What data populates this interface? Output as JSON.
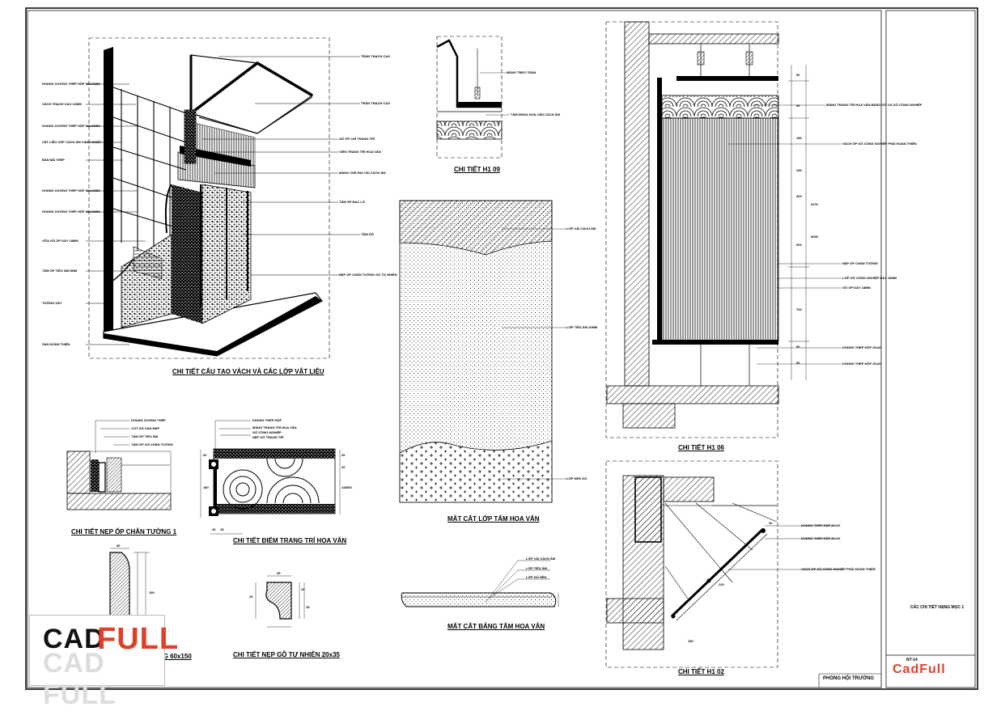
{
  "sheet": {
    "title_block": {
      "project": "PHÒNG HỘI TRƯỜNG",
      "drawing_title": "CÁC CHI TIẾT HẠNG MỤC 1",
      "sheet_no": "NT-14"
    },
    "colors": {
      "line": "#000000",
      "accent": "#e0402a",
      "hatch": "#000000",
      "frame": "#111111"
    }
  },
  "captions": {
    "main_iso": "CHI TIẾT CẤU TẠO VÁCH VÀ CÁC LỚP VẬT LIỆU",
    "ct09": "CHI TIẾT H1 09",
    "section_tam": "MẶT CẮT LỚP TẤM HOA VĂN",
    "ct06": "CHI TIẾT H1 06",
    "nep_op_1": "CHI TIẾT NẸP ỐP CHÂN TƯỜNG 1",
    "diem_trang_tri": "CHI TIẾT ĐIỂM TRANG TRÍ HOA VĂN",
    "section_bang": "MẶT CẮT BẢNG TẤM HOA VĂN",
    "ct02": "CHI TIẾT H1 02",
    "nep_chan_tuong": "NẸP ỐP CHÂN TƯỜNG 60x150",
    "nep_go": "CHI TIẾT NẸP GỖ TỰ NHIÊN 20x35"
  },
  "notes_iso_left": [
    "KHUNG XƯƠNG THÉP HỘP 30x30MM",
    "VÁCH THẠCH CAO 12MM",
    "KHUNG XƯƠNG THÉP HỘP 20x20MM",
    "VẬT LIỆU XỐP CÁCH ÂM CÁCH NHIỆT",
    "BẢN MÃ THÉP",
    "KHUNG XƯƠNG THÉP HỘP 20x20MM",
    "KHUNG XƯƠNG THÉP HỘP 20x20MM",
    "VỮA GỖ ỐP DÀY 18MM",
    "TẤM ỐP TIÊU ÂM 6MM",
    "TƯỜNG XÂY",
    "SÀN HOÀN THIỆN"
  ],
  "notes_iso_right": [
    "TRẦN THẠCH CAO",
    "TRẦN THẠCH CAO",
    "GỖ ỐP CHỈ TRANG TRÍ",
    "VIỀN TRANG TRÍ HOA VĂN",
    "MÀNG CHE BỤI VẢI CÁCH ÂM",
    "TẤM ỐP ĐỤC LỖ",
    "TẤM GỖ",
    "NẸP ỐP CHÂN TƯỜNG GỖ TỰ NHIÊN"
  ],
  "notes_ct09": [
    "BĂNG TREO TRẦN",
    "TẤM NHỰA HOA VĂN CÁCH ÂM"
  ],
  "notes_section_tam": [
    "LỚP VẢI CÁCH ÂM",
    "LỚP TIÊU ÂM 20MM",
    "LỚP NỀN GỖ"
  ],
  "notes_ct06": [
    "MÀNG TRANG TRÍ HOA VĂN BẰNG GỖ VÀ GỖ CÔNG NGHIỆP",
    "VÁCH ỐP GỖ CÔNG NGHIỆP PHẢI HOÀN THIỆN",
    "NẸP ỐP CHÂN TƯỜNG",
    "LỚP GỖ CÔNG NGHIỆP DÀY 18MM",
    "GỖ ỐP DÀY 18MM",
    "KHUNG THÉP HỘP 20x20",
    "KHUNG THÉP HỘP 20x20"
  ],
  "notes_ct02": [
    "KHUNG THÉP HỘP 20x20",
    "KHUNG THÉP HỘP 20x20",
    "VÁCH ỐP GỖ CÔNG NGHIỆP PHẢI HOÀN THIỆN"
  ],
  "notes_nep_op": [
    "KHUNG XƯƠNG THÉP",
    "CỐT GỖ VÁN MDF",
    "TẤM ỐP TIÊU ÂM",
    "TẤM ỐP GỖ CHÂN TƯỜNG"
  ],
  "notes_diem": [
    "KHUNG THÉP HỘP",
    "MÀNG TRANG TRÍ HOA VĂN",
    "GỖ CÔNG NGHIỆP",
    "NẸP GỖ TRANG TRÍ"
  ],
  "notes_bang": [
    "LỚP VẢI CÁCH ÂM",
    "LỚP TIÊU ÂM",
    "LỚP GỖ NỀN"
  ],
  "dims": {
    "ct06": [
      "50",
      "50",
      "150",
      "150",
      "300",
      "600",
      "700",
      "3270",
      "3000",
      "50",
      "50"
    ],
    "diem": [
      "60",
      "180",
      "20",
      "20",
      "110",
      "300",
      "20",
      "15"
    ],
    "nep": [
      "35",
      "20",
      "10",
      "15",
      "60",
      "150"
    ],
    "ct02": [
      "20",
      "120",
      "150"
    ]
  },
  "logo": {
    "cad": "CAD",
    "full": "FULL",
    "ghost": "CAD FULL"
  },
  "brand": "CadFull"
}
